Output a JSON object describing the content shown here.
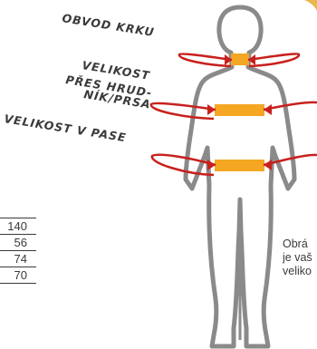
{
  "labels": {
    "neck": "OBVOD KRKU",
    "chest_line1": "VELIKOST",
    "chest_line2": "PŘES HRUD-",
    "chest_line3": "NÍK/PRSA",
    "waist": "VELIKOST V PASE"
  },
  "table_values": [
    "140",
    "56",
    "74",
    "70"
  ],
  "note_lines": [
    "Obrá",
    "je vaš",
    "veliko"
  ],
  "colors": {
    "figure_outline": "#8a8a8a",
    "measure_band": "#f5a623",
    "arrow": "#c8201c",
    "text": "#3a3a3a"
  }
}
